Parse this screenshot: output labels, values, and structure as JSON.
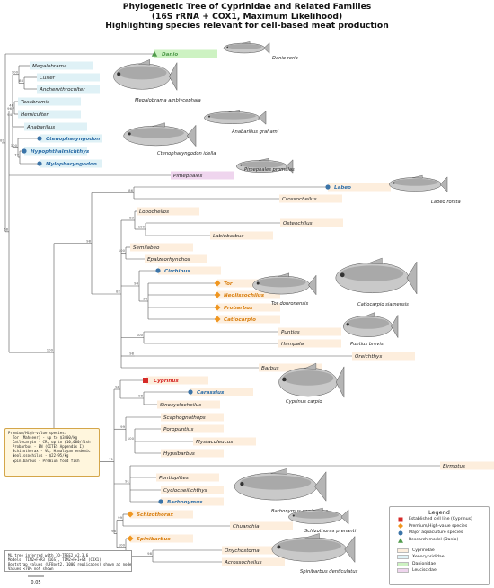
{
  "title": {
    "line1": "Phylogenetic Tree of Cyprinidae and Related Families",
    "line2": "(16S rRNA + COX1, Maximum Likelihood)",
    "line3": "Highlighting species relevant for cell-based meat production"
  },
  "colors": {
    "cyprinidae": "#fdeedd",
    "xenocyprididae": "#dff1f6",
    "danionidae": "#cdf2c2",
    "leuciscidae": "#efd5ee",
    "established": "#d62a28",
    "premium": "#f0961f",
    "aquaculture": "#3b74a8",
    "research": "#4f9a4a",
    "premium_label": "#d97f10",
    "aquaculture_label": "#2f6fa8",
    "research_label": "#4f9a4a"
  },
  "taxa": [
    {
      "name": "Danio",
      "family": "danionidae",
      "marker": "research"
    },
    {
      "name": "Megalobrama",
      "family": "xenocyprididae",
      "marker": ""
    },
    {
      "name": "Culter",
      "family": "xenocyprididae",
      "marker": ""
    },
    {
      "name": "Anchervthroculter",
      "family": "xenocyprididae",
      "marker": ""
    },
    {
      "name": "Toxabramis",
      "family": "xenocyprididae",
      "marker": ""
    },
    {
      "name": "Hemiculter",
      "family": "xenocyprididae",
      "marker": ""
    },
    {
      "name": "Anabarilius",
      "family": "xenocyprididae",
      "marker": ""
    },
    {
      "name": "Ctenopharyngodon",
      "family": "xenocyprididae",
      "marker": "aquaculture"
    },
    {
      "name": "Hypophthalmichthys",
      "family": "xenocyprididae",
      "marker": "aquaculture"
    },
    {
      "name": "Mylopharyngodon",
      "family": "xenocyprididae",
      "marker": "aquaculture"
    },
    {
      "name": "Pimephales",
      "family": "leuciscidae",
      "marker": ""
    },
    {
      "name": "Labeo",
      "family": "cyprinidae",
      "marker": "aquaculture"
    },
    {
      "name": "Crossocheilus",
      "family": "cyprinidae",
      "marker": ""
    },
    {
      "name": "Lobocheilos",
      "family": "cyprinidae",
      "marker": ""
    },
    {
      "name": "Osteochilus",
      "family": "cyprinidae",
      "marker": ""
    },
    {
      "name": "Labiobarbus",
      "family": "cyprinidae",
      "marker": ""
    },
    {
      "name": "Semilabeo",
      "family": "cyprinidae",
      "marker": ""
    },
    {
      "name": "Epalzeorhynchos",
      "family": "cyprinidae",
      "marker": ""
    },
    {
      "name": "Cirrhinus",
      "family": "cyprinidae",
      "marker": "aquaculture"
    },
    {
      "name": "Tor",
      "family": "cyprinidae",
      "marker": "premium"
    },
    {
      "name": "Neolissochilus",
      "family": "cyprinidae",
      "marker": "premium"
    },
    {
      "name": "Probarbus",
      "family": "cyprinidae",
      "marker": "premium"
    },
    {
      "name": "Catlocarpio",
      "family": "cyprinidae",
      "marker": "premium"
    },
    {
      "name": "Puntius",
      "family": "cyprinidae",
      "marker": ""
    },
    {
      "name": "Hampala",
      "family": "cyprinidae",
      "marker": ""
    },
    {
      "name": "Oreichthys",
      "family": "cyprinidae",
      "marker": ""
    },
    {
      "name": "Barbus",
      "family": "cyprinidae",
      "marker": ""
    },
    {
      "name": "Cyprinus",
      "family": "cyprinidae",
      "marker": "established"
    },
    {
      "name": "Carassius",
      "family": "cyprinidae",
      "marker": "aquaculture"
    },
    {
      "name": "Sinocyclocheilus",
      "family": "cyprinidae",
      "marker": ""
    },
    {
      "name": "Scaphognathops",
      "family": "cyprinidae",
      "marker": ""
    },
    {
      "name": "Poropuntius",
      "family": "cyprinidae",
      "marker": ""
    },
    {
      "name": "Mystacoleucus",
      "family": "cyprinidae",
      "marker": ""
    },
    {
      "name": "Hypsibarbus",
      "family": "cyprinidae",
      "marker": ""
    },
    {
      "name": "Eirmotus",
      "family": "cyprinidae",
      "marker": ""
    },
    {
      "name": "Puntioplites",
      "family": "cyprinidae",
      "marker": ""
    },
    {
      "name": "Cyclocheilichthys",
      "family": "cyprinidae",
      "marker": ""
    },
    {
      "name": "Barbonymus",
      "family": "cyprinidae",
      "marker": "aquaculture"
    },
    {
      "name": "Schizothorax",
      "family": "cyprinidae",
      "marker": "premium"
    },
    {
      "name": "Chuanchia",
      "family": "cyprinidae",
      "marker": ""
    },
    {
      "name": "Spinibarbus",
      "family": "cyprinidae",
      "marker": "premium"
    },
    {
      "name": "Onychostoma",
      "family": "cyprinidae",
      "marker": ""
    },
    {
      "name": "Acrossocheilus",
      "family": "cyprinidae",
      "marker": ""
    }
  ],
  "fish_captions": [
    "Danio rerio",
    "Megalobrama amblycephala",
    "Anabarilius grahami",
    "Ctenopharyngodon idella",
    "Pimephales promelas",
    "Labeo rohita",
    "Tor douronensis",
    "Catlocarpio siamensis",
    "Puntius brevis",
    "Cyprinus carpio",
    "Barbonymus gonionotus",
    "Schizothorax prenanti",
    "Spinibarbus denticulatus"
  ],
  "bootstrap": [
    "89",
    "58",
    "96",
    "100",
    "86",
    "94",
    "48",
    "100",
    "77",
    "100",
    "98",
    "86",
    "82",
    "83",
    "100",
    "100",
    "94",
    "96",
    "100",
    "98",
    "71",
    "98",
    "98",
    "99",
    "100",
    "91",
    "98",
    "99",
    "100",
    "98",
    "100",
    "95",
    "97",
    "97",
    "84",
    "95",
    "94",
    "98"
  ],
  "premium_box": {
    "title": "Premium/High-value species:",
    "lines": [
      "  Tor (Mahseer) - up to $3400/kg",
      "  Catlocarpio - CR, up to $10,000/fish",
      "  Probarbus - EN (CITES Appendix I)",
      "  Schizothorax - VU, Himalayan endemic",
      "  Neolissochilus - $22-95/kg",
      "  Spinibarbus - Premium food fish"
    ]
  },
  "footnote": [
    "ML tree inferred with IQ-TREE2 v2.3.6",
    "Models: TIM2+F+R3 (16S), TIM2+F+I+G4 (COX1)",
    "Bootstrap values (UFBoot2, 1000 replicates) shown at nodes",
    "Values <70% not shown"
  ],
  "scale": {
    "label": "0.05"
  },
  "legend": {
    "title": "Legend",
    "markers": [
      {
        "label": "Established cell line (Cyprinus)",
        "symbol": "established"
      },
      {
        "label": "Premium/High-value species",
        "symbol": "premium"
      },
      {
        "label": "Major aquaculture species",
        "symbol": "aquaculture"
      },
      {
        "label": "Research model (Danio)",
        "symbol": "research"
      }
    ],
    "families": [
      {
        "label": "Cyprinidae",
        "key": "cyprinidae"
      },
      {
        "label": "Xenocyprididae",
        "key": "xenocyprididae"
      },
      {
        "label": "Danionidae",
        "key": "danionidae"
      },
      {
        "label": "Leuciscidae",
        "key": "leuciscidae"
      }
    ]
  }
}
